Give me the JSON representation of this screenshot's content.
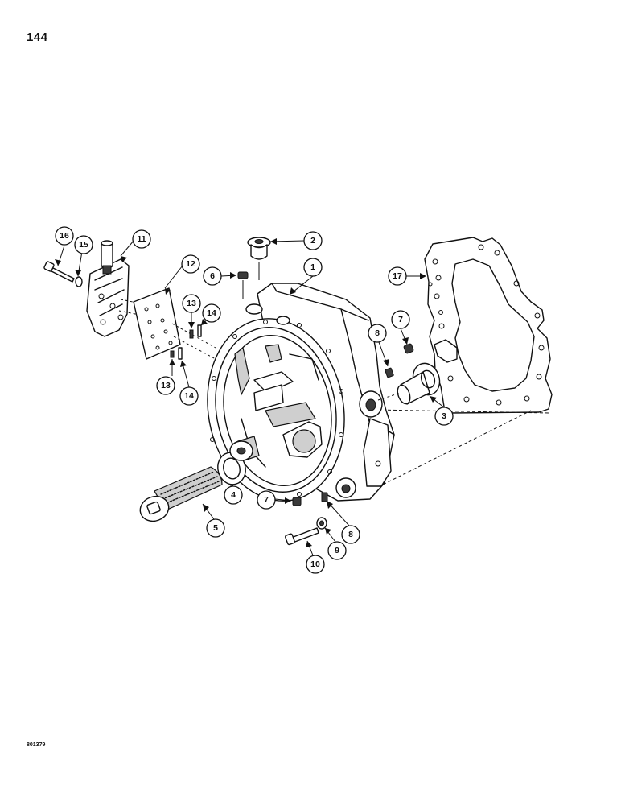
{
  "page": {
    "number": "144",
    "figure_code": "801379"
  },
  "diagram": {
    "callouts": [
      {
        "id": "c1",
        "label": "1"
      },
      {
        "id": "c2",
        "label": "2"
      },
      {
        "id": "c3",
        "label": "3"
      },
      {
        "id": "c4",
        "label": "4"
      },
      {
        "id": "c5",
        "label": "5"
      },
      {
        "id": "c6",
        "label": "6"
      },
      {
        "id": "c7a",
        "label": "7"
      },
      {
        "id": "c7b",
        "label": "7"
      },
      {
        "id": "c8a",
        "label": "8"
      },
      {
        "id": "c8b",
        "label": "8"
      },
      {
        "id": "c9",
        "label": "9"
      },
      {
        "id": "c10",
        "label": "10"
      },
      {
        "id": "c11",
        "label": "11"
      },
      {
        "id": "c12",
        "label": "12"
      },
      {
        "id": "c13a",
        "label": "13"
      },
      {
        "id": "c13b",
        "label": "13"
      },
      {
        "id": "c14a",
        "label": "14"
      },
      {
        "id": "c14b",
        "label": "14"
      },
      {
        "id": "c15",
        "label": "15"
      },
      {
        "id": "c16",
        "label": "16"
      },
      {
        "id": "c17",
        "label": "17"
      }
    ]
  }
}
